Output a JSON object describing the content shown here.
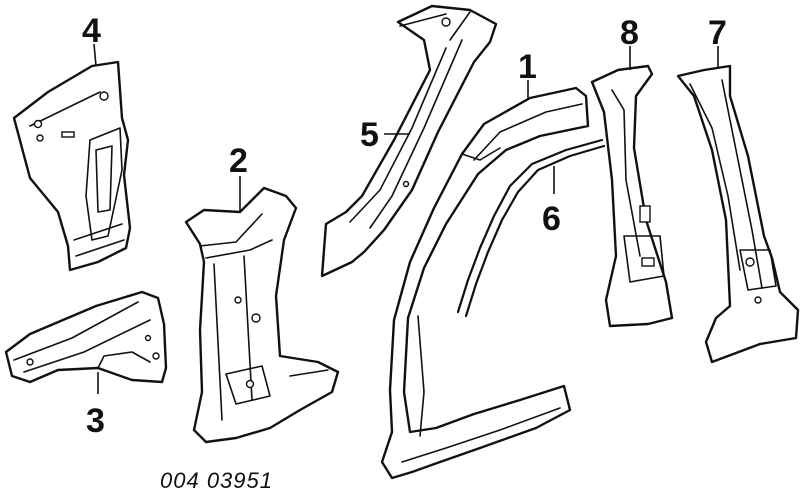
{
  "diagram": {
    "callouts": {
      "c1": "1",
      "c2": "2",
      "c3": "3",
      "c4": "4",
      "c5": "5",
      "c6": "6",
      "c7": "7",
      "c8": "8"
    },
    "reference_code": "004 03951"
  },
  "colors": {
    "line": "#111111",
    "background": "#ffffff"
  }
}
